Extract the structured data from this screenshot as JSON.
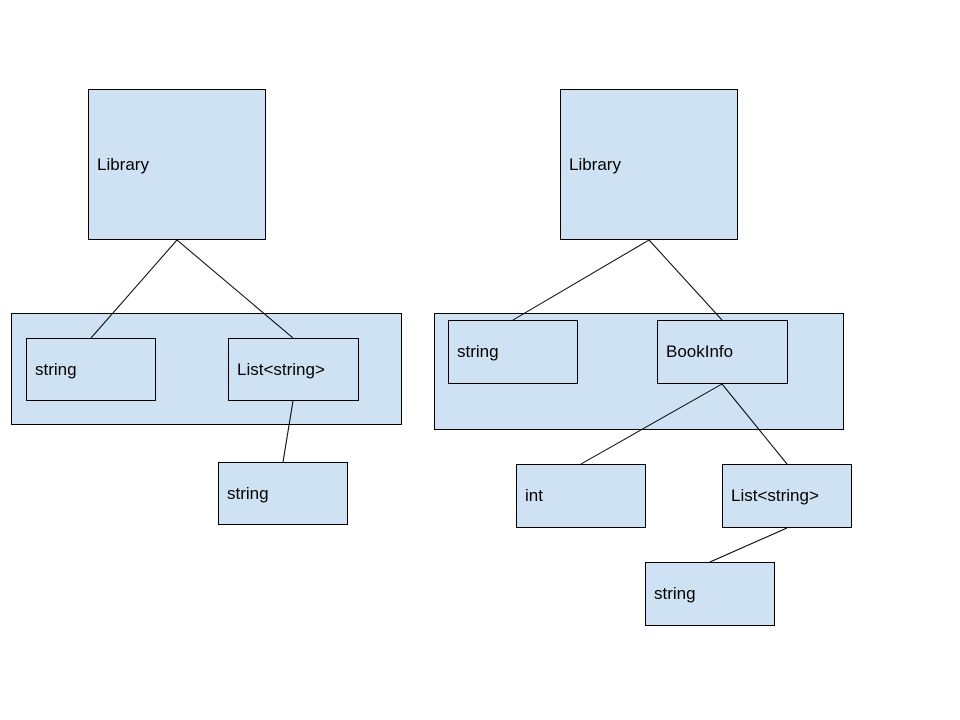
{
  "colors": {
    "box_fill": "#cfe2f3",
    "border": "#000000",
    "background": "#ffffff"
  },
  "diagram_left": {
    "root": "Library",
    "string_field": "string",
    "list_field": "List<string>",
    "list_element": "string"
  },
  "diagram_right": {
    "root": "Library",
    "string_field": "string",
    "bookinfo_field": "BookInfo",
    "int_field": "int",
    "list_field": "List<string>",
    "list_element": "string"
  }
}
